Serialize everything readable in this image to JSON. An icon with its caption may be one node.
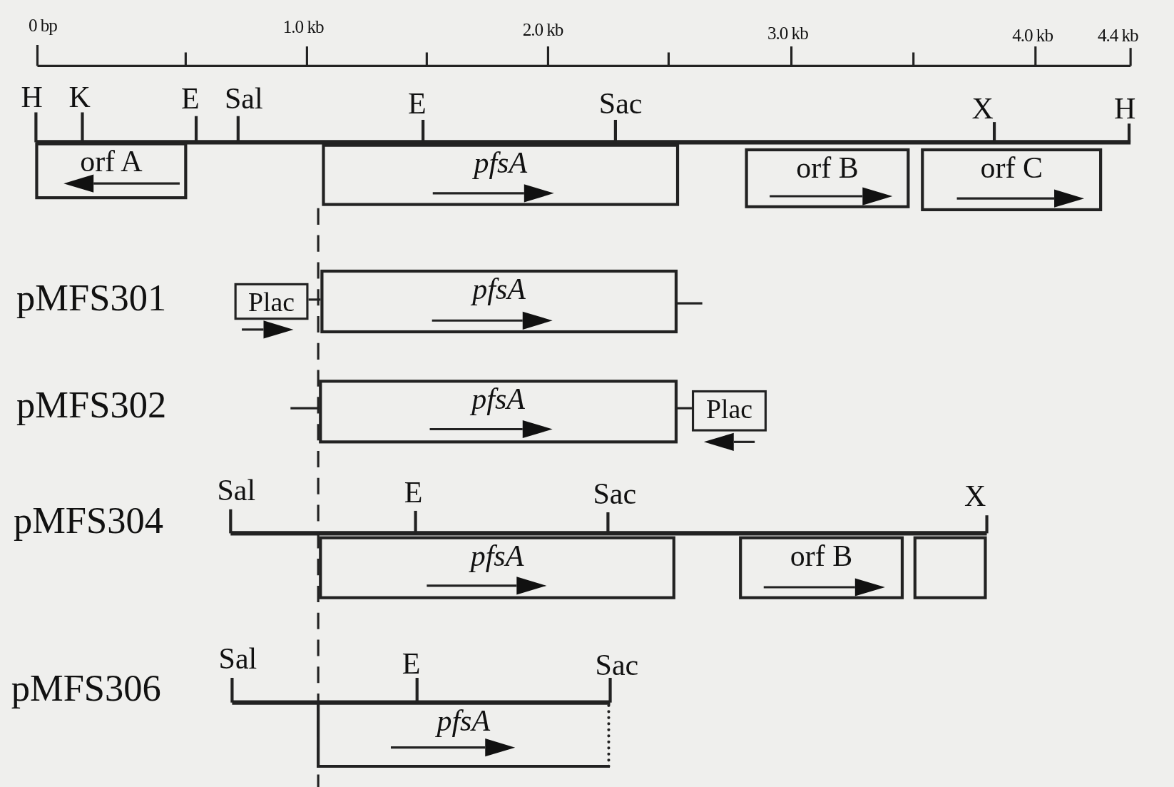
{
  "diagram": {
    "nodes": [
      {
        "text": [
          "orf A"
        ]
      },
      {
        "text": [
          "pfsA"
        ]
      },
      {
        "text": [
          "orf B"
        ]
      },
      {
        "text": [
          "orf C"
        ]
      },
      {
        "text": [
          "Plac"
        ]
      },
      {
        "text": [
          "pfsA"
        ]
      },
      {
        "text": [
          "pfsA"
        ]
      },
      {
        "text": [
          "Plac"
        ]
      },
      {
        "text": [
          "pfsA"
        ]
      },
      {
        "text": [
          "orf B"
        ]
      },
      {
        "text": [],
        "shape": "box"
      },
      {
        "text": [
          "pfsA"
        ]
      }
    ],
    "edges": [
      {
        "from": 4,
        "to": 5,
        "arrow": "none"
      },
      {
        "from": 6,
        "to": 7,
        "arrow": "none"
      }
    ],
    "labels": [
      "0 bp",
      "1.0 kb",
      "2.0 kb",
      "3.0 kb",
      "4.0 kb",
      "4.4 kb",
      "H",
      "K",
      "E",
      "Sal",
      "E",
      "Sac",
      "X",
      "H",
      "pMFS301",
      "pMFS302",
      "pMFS304",
      "Sal",
      "E",
      "Sac",
      "X",
      "pMFS306",
      "Sal",
      "E",
      "Sac"
    ]
  }
}
